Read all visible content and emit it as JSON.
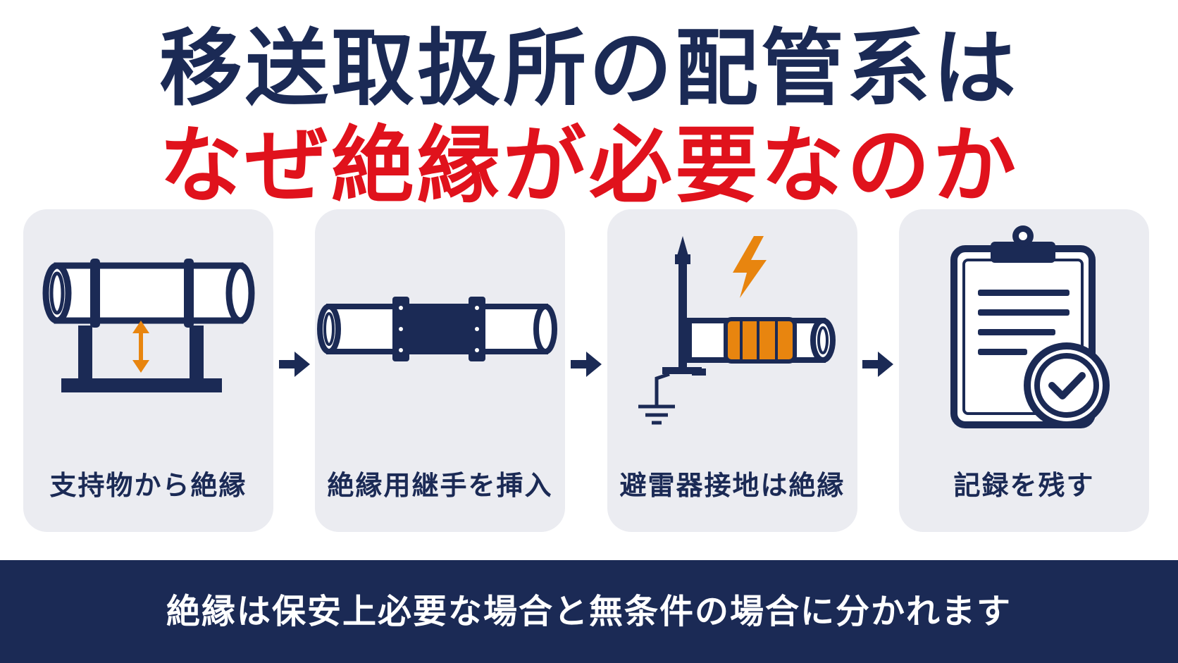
{
  "colors": {
    "navy": "#1b2a55",
    "red": "#e0121c",
    "orange": "#e8850f",
    "card_bg": "#ebecf1",
    "white": "#ffffff"
  },
  "title": {
    "line1": "移送取扱所の配管系は",
    "line2": "なぜ絶縁が必要なのか"
  },
  "steps": [
    {
      "label": "支持物から絶縁",
      "icon": "pipe-on-support-icon"
    },
    {
      "label": "絶縁用継手を挿入",
      "icon": "insulating-joint-icon"
    },
    {
      "label": "避雷器接地は絶縁",
      "icon": "lightning-arrester-ground-icon"
    },
    {
      "label": "記録を残す",
      "icon": "clipboard-check-icon"
    }
  ],
  "connectors": [
    "arrow-right-icon",
    "arrow-right-icon",
    "arrow-right-icon"
  ],
  "footer": {
    "text": "絶縁は保安上必要な場合と無条件の場合に分かれます"
  }
}
